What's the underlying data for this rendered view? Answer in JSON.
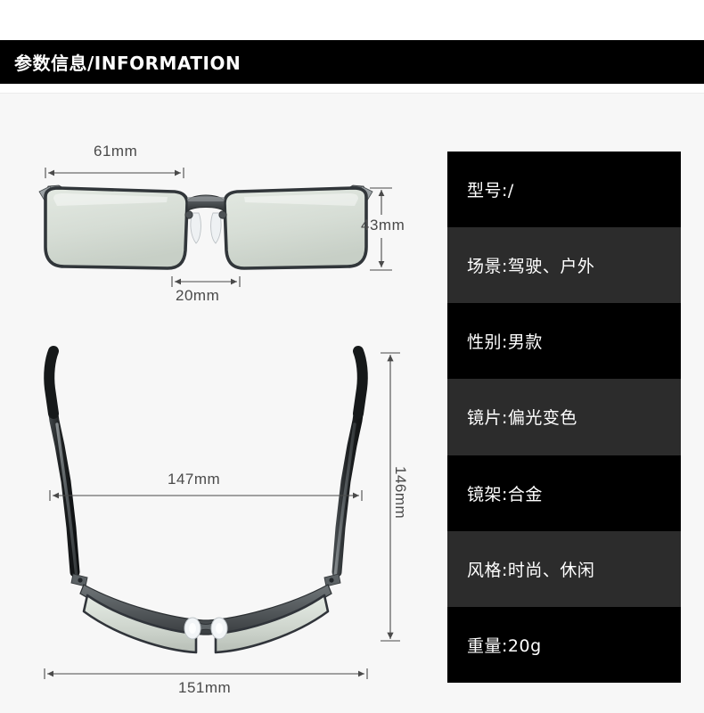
{
  "header": {
    "title": "参数信息/INFORMATION"
  },
  "specs": {
    "rows": [
      {
        "label": "型号:/",
        "shade": "dark"
      },
      {
        "label": "场景:驾驶、户外",
        "shade": "alt"
      },
      {
        "label": "性别:男款",
        "shade": "dark"
      },
      {
        "label": "镜片:偏光变色",
        "shade": "alt"
      },
      {
        "label": "镜架:合金",
        "shade": "dark"
      },
      {
        "label": "风格:时尚、休闲",
        "shade": "alt"
      },
      {
        "label": "重量:20g",
        "shade": "dark"
      }
    ]
  },
  "diagrams": {
    "front_view": {
      "name": "sunglasses-front-view",
      "dimensions": {
        "lens_width": "61mm",
        "lens_height": "43mm",
        "bridge_width": "20mm"
      }
    },
    "top_view": {
      "name": "sunglasses-top-view",
      "dimensions": {
        "temple_spread": "147mm",
        "temple_length": "146mm",
        "total_width": "151mm"
      }
    }
  },
  "colors": {
    "header_background": "#000000",
    "header_text": "#ffffff",
    "page_background": "#f7f7f7",
    "spec_row_dark": "#000000",
    "spec_row_alt": "#2c2c2c",
    "dimension_text": "#4a4a4a",
    "frame_metal": "#4b4f52",
    "lens_tint": "#d7ded7",
    "temple_tip": "#242424"
  }
}
